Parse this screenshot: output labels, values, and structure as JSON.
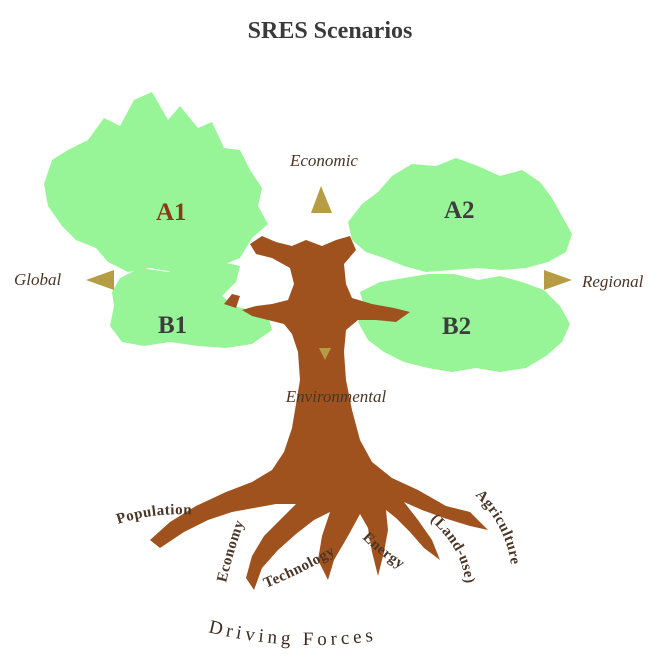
{
  "title": "SRES Scenarios",
  "scenarios": [
    {
      "label": "A1"
    },
    {
      "label": "A2"
    },
    {
      "label": "B1"
    },
    {
      "label": "B2"
    }
  ],
  "axes": {
    "economic": "Economic",
    "environmental": "Environmental",
    "global": "Global",
    "regional": "Regional"
  },
  "driving_forces": {
    "title": "Driving Forces",
    "items": [
      "Population",
      "Economy",
      "Technology",
      "Energy",
      "(Land-use)",
      "Agriculture"
    ]
  },
  "colors": {
    "foliage": "#98f597",
    "trunk": "#a0521e",
    "scenario_text": "#8a3a1a",
    "scenario_text_dark": "#3d3d3d",
    "arrow": "#b59c45",
    "text": "#4a3526"
  }
}
